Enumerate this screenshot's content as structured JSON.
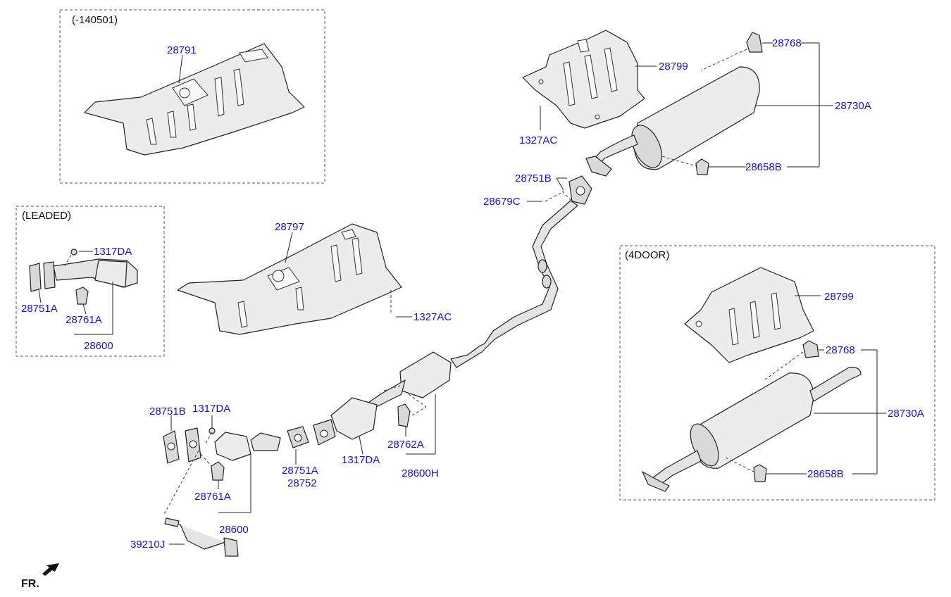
{
  "boxes": {
    "early": "(-140501)",
    "leaded": "(LEADED)",
    "four_door": "(4DOOR)"
  },
  "labels": {
    "heat_shield_early": "28791",
    "heat_shield_front": "28797",
    "heat_shield_rear": "28799",
    "heat_shield_rear_4door": "28799",
    "hanger_rear": "28768",
    "hanger_rear_4door": "28768",
    "muffler_rear": "28730A",
    "muffler_rear_4door": "28730A",
    "hanger_b": "28658B",
    "hanger_b_4door": "28658B",
    "nut_shield": "1327AC",
    "nut_shield_front": "1327AC",
    "gasket_center": "28751B",
    "nut_center": "28679C",
    "nut_leaded": "1317DA",
    "gasket_leaded": "28751A",
    "hanger_leaded": "28761A",
    "cat_leaded": "28600",
    "gasket_front": "28751B",
    "nut_front": "1317DA",
    "gasket_mid": "28751A",
    "gasket_mid_2": "28752",
    "nut_mid": "1317DA",
    "hanger_center": "28762A",
    "center_muffler": "28600H",
    "hanger_front": "28761A",
    "cat_front": "28600",
    "o2_sensor": "39210J"
  },
  "direction": "FR."
}
